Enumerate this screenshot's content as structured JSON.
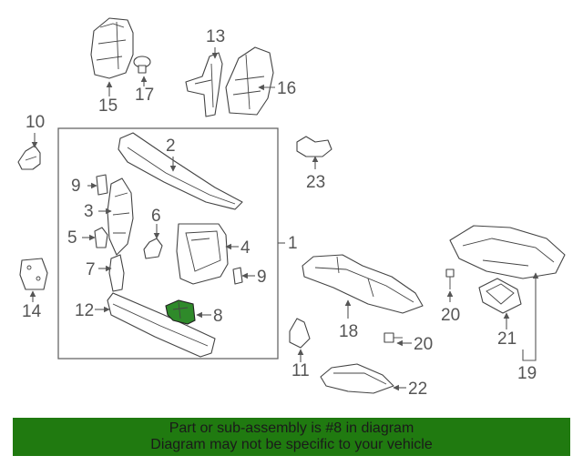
{
  "callouts": {
    "c1": "1",
    "c2": "2",
    "c3": "3",
    "c4": "4",
    "c5": "5",
    "c6": "6",
    "c7": "7",
    "c8": "8",
    "c9a": "9",
    "c9b": "9",
    "c10": "10",
    "c11": "11",
    "c12": "12",
    "c13": "13",
    "c14": "14",
    "c15": "15",
    "c16": "16",
    "c17": "17",
    "c18": "18",
    "c19": "19",
    "c20a": "20",
    "c20b": "20",
    "c21": "21",
    "c22": "22",
    "c23": "23"
  },
  "colors": {
    "highlight_part": "#2f8a2a",
    "banner_background": "#207a10"
  },
  "banner": {
    "line1": "Part or sub-assembly is #8 in diagram",
    "line2": "Diagram may not be specific to your vehicle"
  }
}
